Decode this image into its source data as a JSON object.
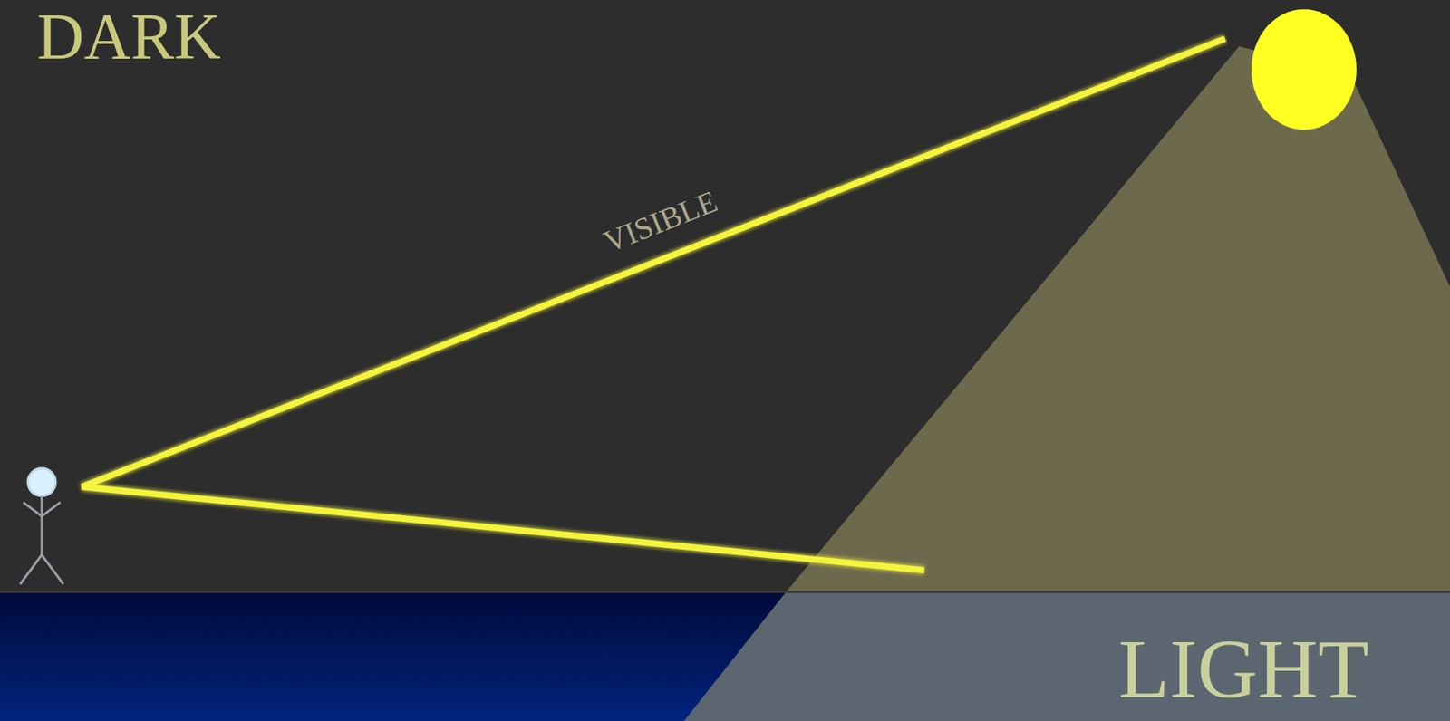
{
  "diagram": {
    "labels": [
      "DARK",
      "VISIBLE",
      "LIGHT"
    ]
  }
}
